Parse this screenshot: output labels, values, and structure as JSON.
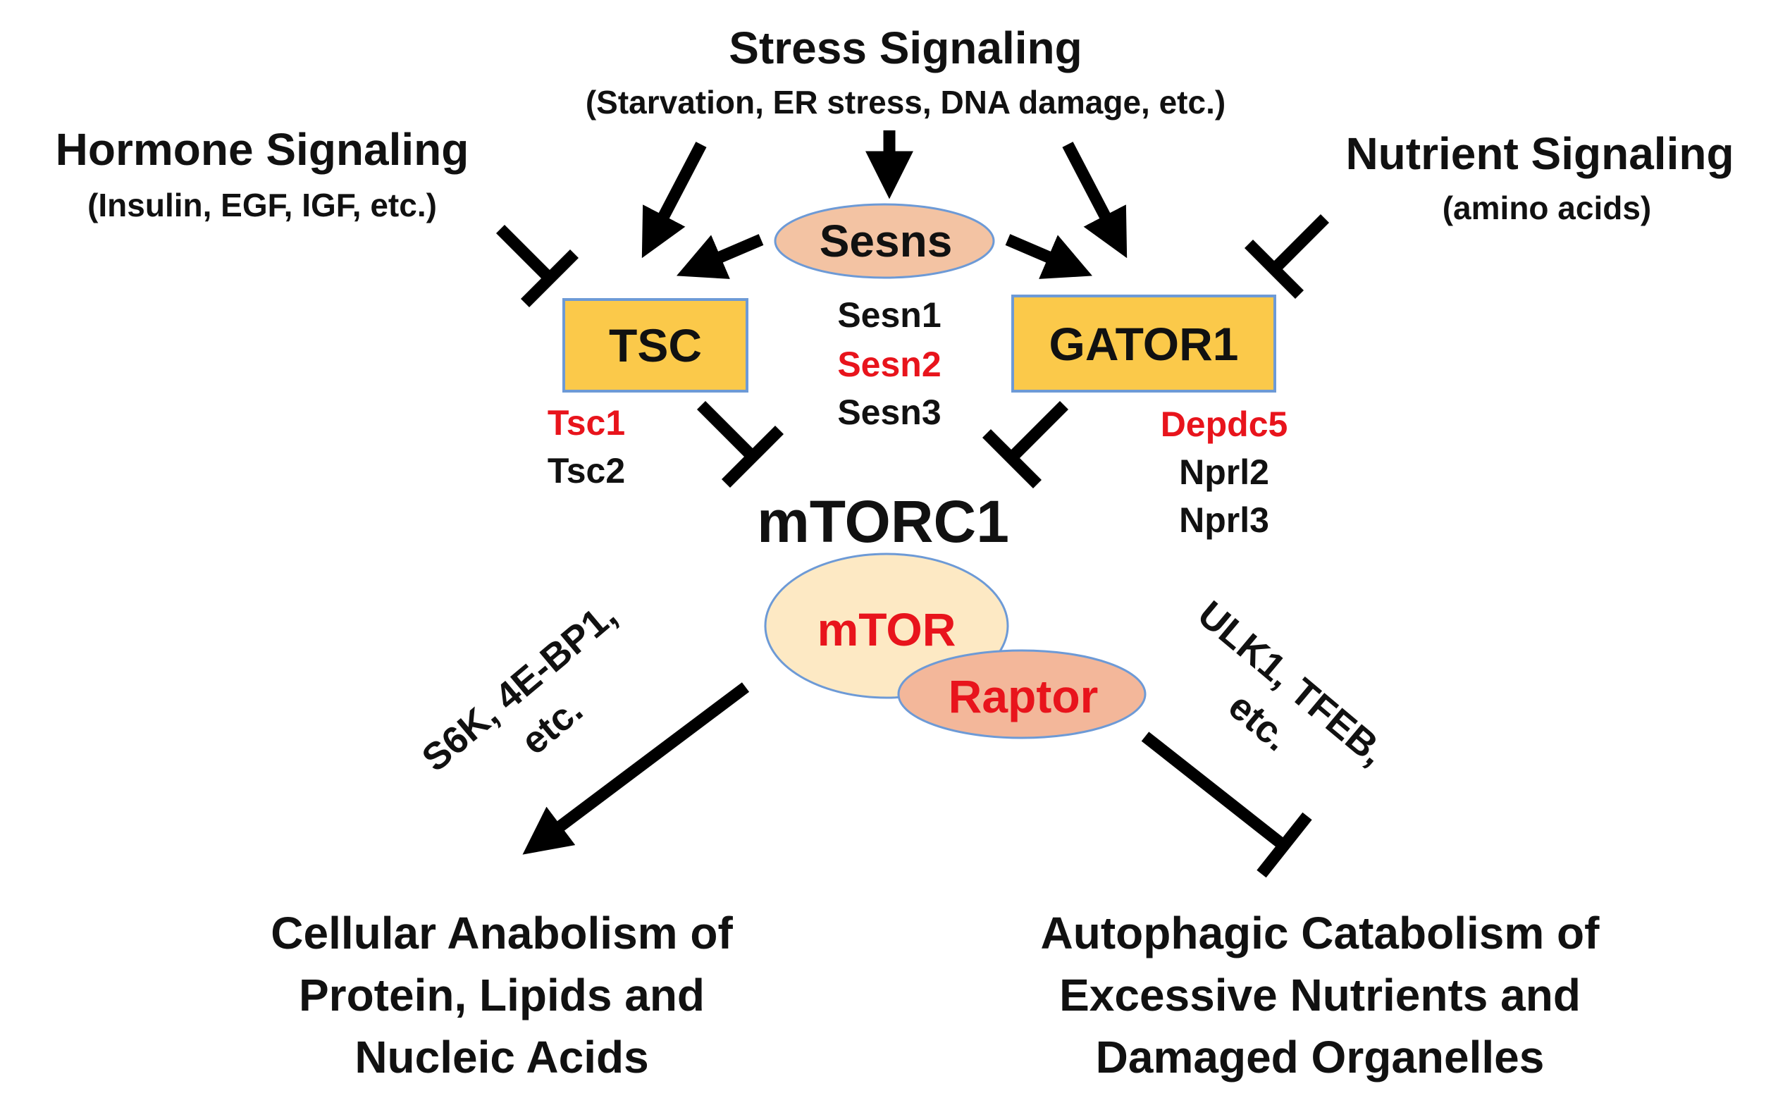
{
  "stress": {
    "title": "Stress Signaling",
    "subtitle": "(Starvation, ER stress, DNA damage, etc.)"
  },
  "hormone": {
    "title": "Hormone Signaling",
    "subtitle": "(Insulin, EGF, IGF, etc.)"
  },
  "nutrient": {
    "title": "Nutrient Signaling",
    "subtitle": "(amino acids)"
  },
  "sesns": {
    "label": "Sesns",
    "members": [
      "Sesn1",
      "Sesn2",
      "Sesn3"
    ]
  },
  "tsc": {
    "label": "TSC",
    "members": [
      "Tsc1",
      "Tsc2"
    ]
  },
  "gator1": {
    "label": "GATOR1",
    "members": [
      "Depdc5",
      "Nprl2",
      "Nprl3"
    ]
  },
  "mtorc1": {
    "label": "mTORC1",
    "mtor": "mTOR",
    "raptor": "Raptor"
  },
  "left_edge": {
    "line1": "S6K, 4E-BP1,",
    "line2": "etc."
  },
  "right_edge": {
    "line1": "ULK1, TFEB,",
    "line2": "etc."
  },
  "outputs": {
    "anabolism": [
      "Cellular Anabolism of",
      "Protein, Lipids and",
      "Nucleic Acids"
    ],
    "catabolism": [
      "Autophagic Catabolism of",
      "Excessive Nutrients and",
      "Damaged Organelles"
    ]
  },
  "colors": {
    "box_fill": "#fbc94a",
    "box_stroke": "#6d9ad6",
    "sesns_fill": "#f3c3a3",
    "mtor_fill": "#fde9c4",
    "raptor_fill": "#f3b79a",
    "highlight_red": "#e8141c"
  }
}
